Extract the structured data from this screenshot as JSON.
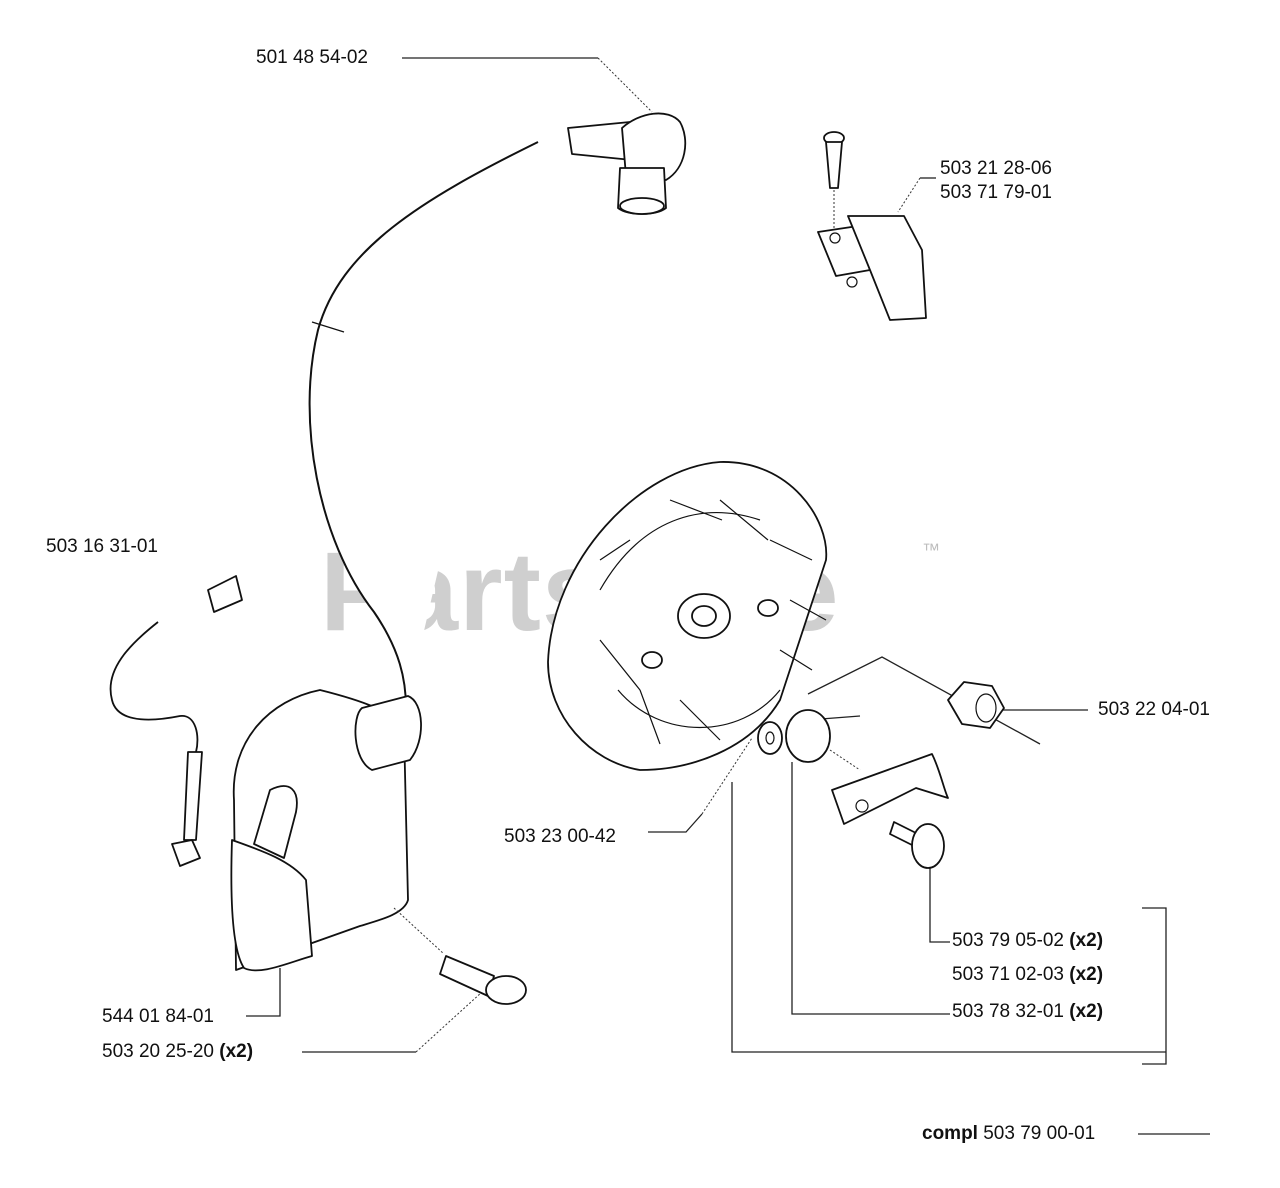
{
  "watermark": {
    "text": "PartsTree",
    "tm": "™"
  },
  "labels": {
    "spark_plug_cap": "501 48 54-02",
    "screw_top": "503 21 28-06",
    "module_top": "503 71 79-01",
    "wire_terminal": "503 16 31-01",
    "nut": "503 22 04-01",
    "washer": "503 23 00-42",
    "coil": "544 01 84-01",
    "coil_screw_num": "503 20 25-20",
    "coil_screw_qty": "(x2)",
    "pawl_pin_num": "503 79 05-02",
    "pawl_pin_qty": "(x2)",
    "pawl_num": "503 71 02-03",
    "pawl_qty": "(x2)",
    "spring_num": "503 78 32-01",
    "spring_qty": "(x2)",
    "compl_prefix": "compl",
    "compl_num": "503 79 00-01"
  }
}
